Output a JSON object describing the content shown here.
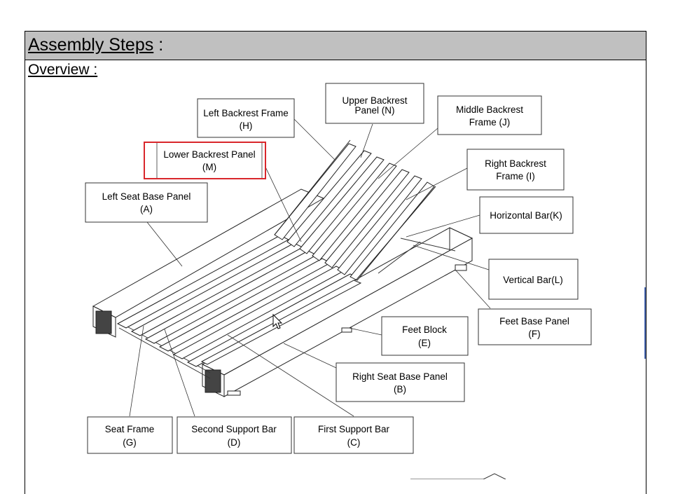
{
  "header": {
    "title": "Assembly Steps",
    "suffix": " :"
  },
  "overview": {
    "heading": "Overview :"
  },
  "labels": {
    "left_backrest_frame": {
      "line1": "Left Backrest Frame",
      "line2": "(H)"
    },
    "upper_backrest_panel": {
      "line1": "Upper Backrest",
      "line2": "Panel (N)"
    },
    "middle_backrest_frame": {
      "line1": "Middle Backrest",
      "line2": "Frame (J)"
    },
    "lower_backrest_panel": {
      "line1": "Lower Backrest Panel",
      "line2": "(M)"
    },
    "right_backrest_frame": {
      "line1": "Right Backrest",
      "line2": "Frame (I)"
    },
    "left_seat_base_panel": {
      "line1": "Left Seat Base Panel",
      "line2": "(A)"
    },
    "horizontal_bar": {
      "line1": "Horizontal Bar(K)"
    },
    "vertical_bar": {
      "line1": "Vertical Bar(L)"
    },
    "feet_base_panel": {
      "line1": "Feet Base Panel",
      "line2": "(F)"
    },
    "feet_block": {
      "line1": "Feet Block",
      "line2": "(E)"
    },
    "right_seat_base_panel": {
      "line1": "Right Seat Base Panel",
      "line2": "(B)"
    },
    "seat_frame": {
      "line1": "Seat Frame",
      "line2": "(G)"
    },
    "second_support_bar": {
      "line1": "Second Support Bar",
      "line2": "(D)"
    },
    "first_support_bar": {
      "line1": "First Support Bar",
      "line2": "(C)"
    }
  },
  "colors": {
    "highlight": "#d9262b",
    "header_bg": "#c0c0c0"
  }
}
